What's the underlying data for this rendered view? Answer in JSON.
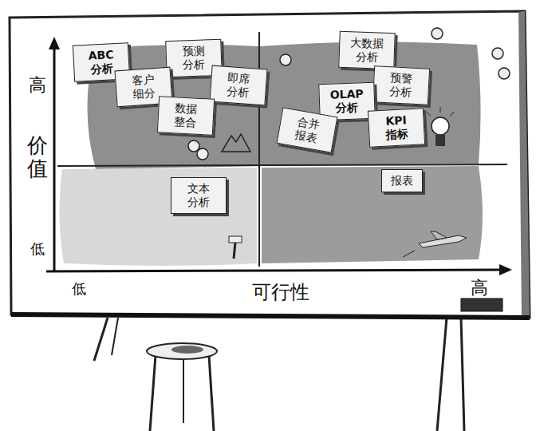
{
  "diagram": {
    "nodes": [
      {
        "text": [
          "ABC 分析"
        ]
      },
      {
        "text": [
          "预测 分析"
        ]
      },
      {
        "text": [
          "大数据 分析"
        ]
      },
      {
        "text": [
          "客户 细分"
        ]
      },
      {
        "text": [
          "即席 分析"
        ]
      },
      {
        "text": [
          "预警 分析"
        ]
      },
      {
        "text": [
          "数据 整合"
        ]
      },
      {
        "text": [
          "OLAP 分析"
        ]
      },
      {
        "text": [
          "合并 报表"
        ]
      },
      {
        "text": [
          "KPI 指标"
        ]
      },
      {
        "text": [
          "文本 分析"
        ]
      },
      {
        "text": [
          "报表"
        ]
      }
    ],
    "labels": [
      "高",
      "价值",
      "低",
      "低",
      "可行性",
      "高"
    ]
  }
}
